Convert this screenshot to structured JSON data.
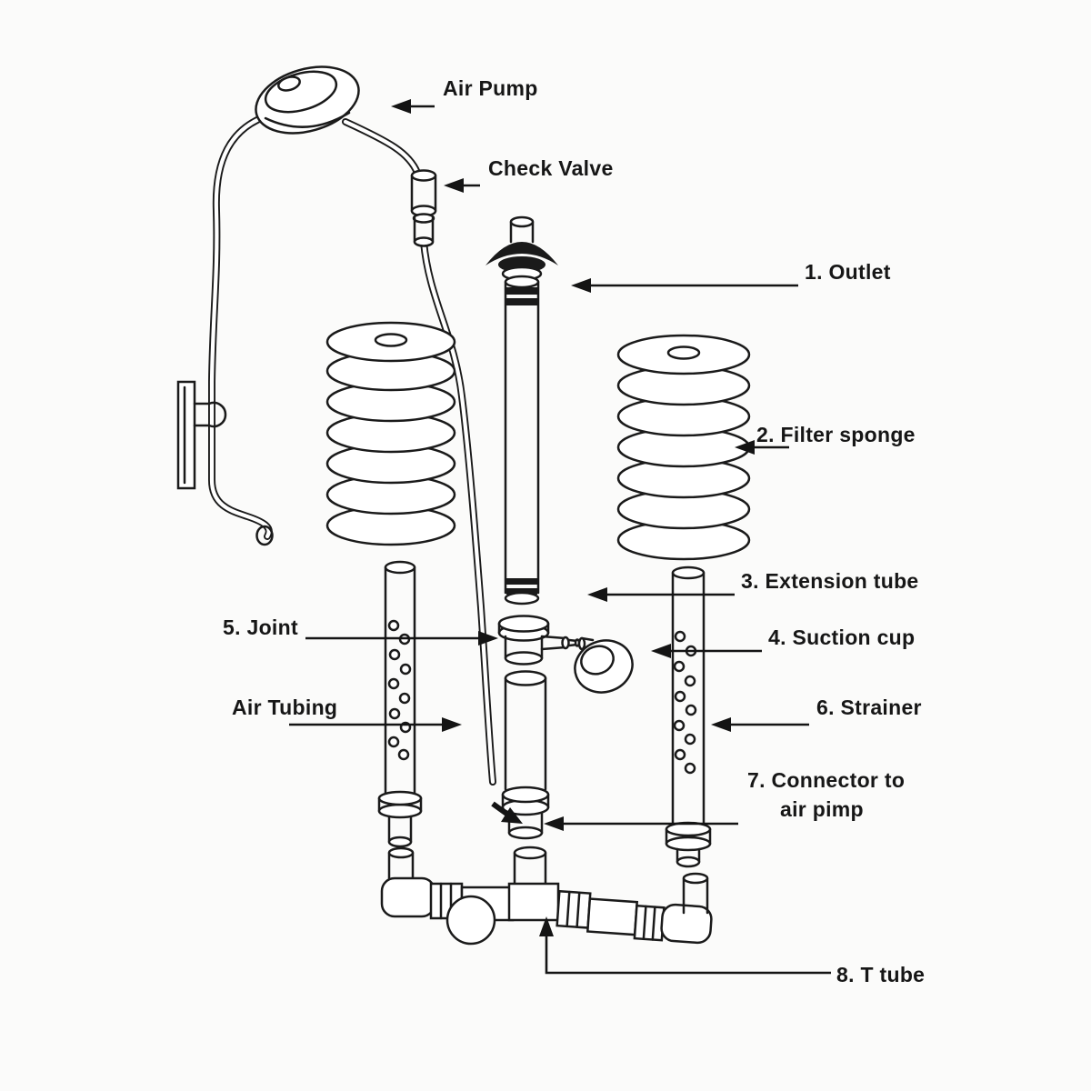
{
  "diagram": {
    "colors": {
      "line": "#1a1a1a",
      "background": "#fbfbfa"
    },
    "labels": {
      "air_pump": "Air Pump",
      "check_valve": "Check Valve",
      "outlet": "1. Outlet",
      "filter_sponge": "2. Filter sponge",
      "extension_tube": "3. Extension tube",
      "joint": "5. Joint",
      "suction_cup": "4. Suction cup",
      "air_tubing": "Air Tubing",
      "strainer": "6. Strainer",
      "connector_line1": "7. Connector to",
      "connector_line2": "air pimp",
      "t_tube": "8. T tube"
    }
  }
}
